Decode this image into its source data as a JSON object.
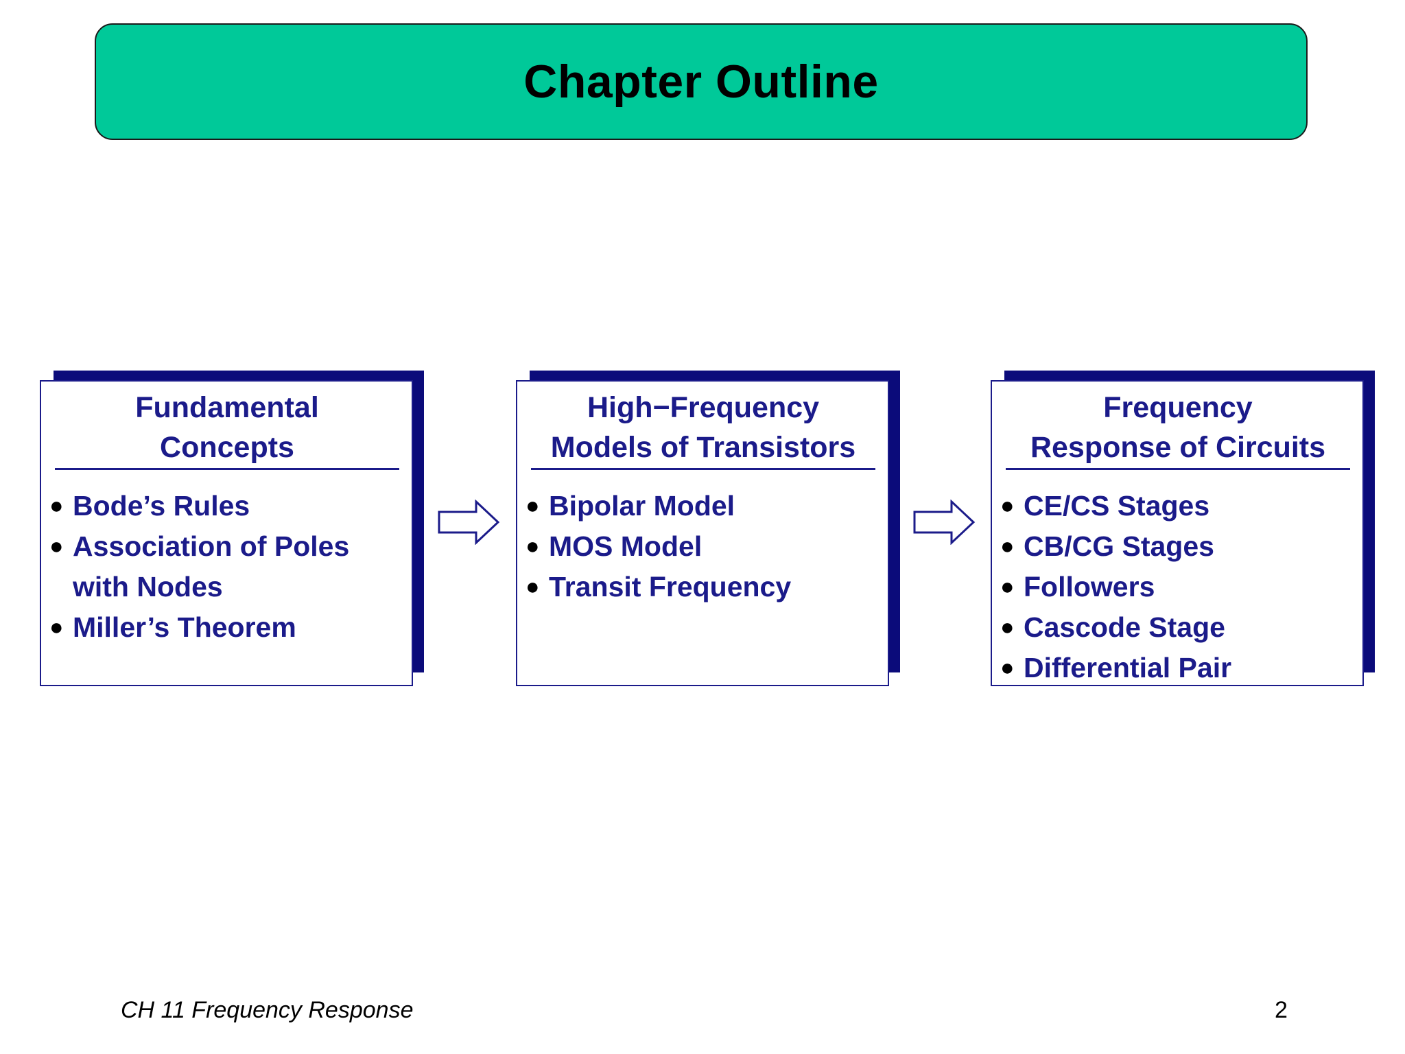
{
  "title": "Chapter Outline",
  "colors": {
    "title_fill": "#00c999",
    "box_accent": "#0b0b7a",
    "box_text": "#1b1b8a"
  },
  "boxes": [
    {
      "heading_lines": [
        "Fundamental",
        "Concepts"
      ],
      "items": [
        [
          "Bode’s Rules"
        ],
        [
          "Association of Poles",
          "with Nodes"
        ],
        [
          "Miller’s Theorem"
        ]
      ]
    },
    {
      "heading_lines": [
        "High−Frequency",
        "Models of Transistors"
      ],
      "items": [
        [
          "Bipolar Model"
        ],
        [
          "MOS Model"
        ],
        [
          "Transit Frequency"
        ]
      ]
    },
    {
      "heading_lines": [
        "Frequency",
        "Response of Circuits"
      ],
      "items": [
        [
          "CE/CS Stages"
        ],
        [
          "CB/CG Stages"
        ],
        [
          "Followers"
        ],
        [
          "Cascode Stage"
        ],
        [
          "Differential Pair"
        ]
      ]
    }
  ],
  "arrows": [
    {
      "icon": "right-arrow-icon"
    },
    {
      "icon": "right-arrow-icon"
    }
  ],
  "footer": {
    "chapter": "CH 11 Frequency Response",
    "page_number": "2"
  }
}
